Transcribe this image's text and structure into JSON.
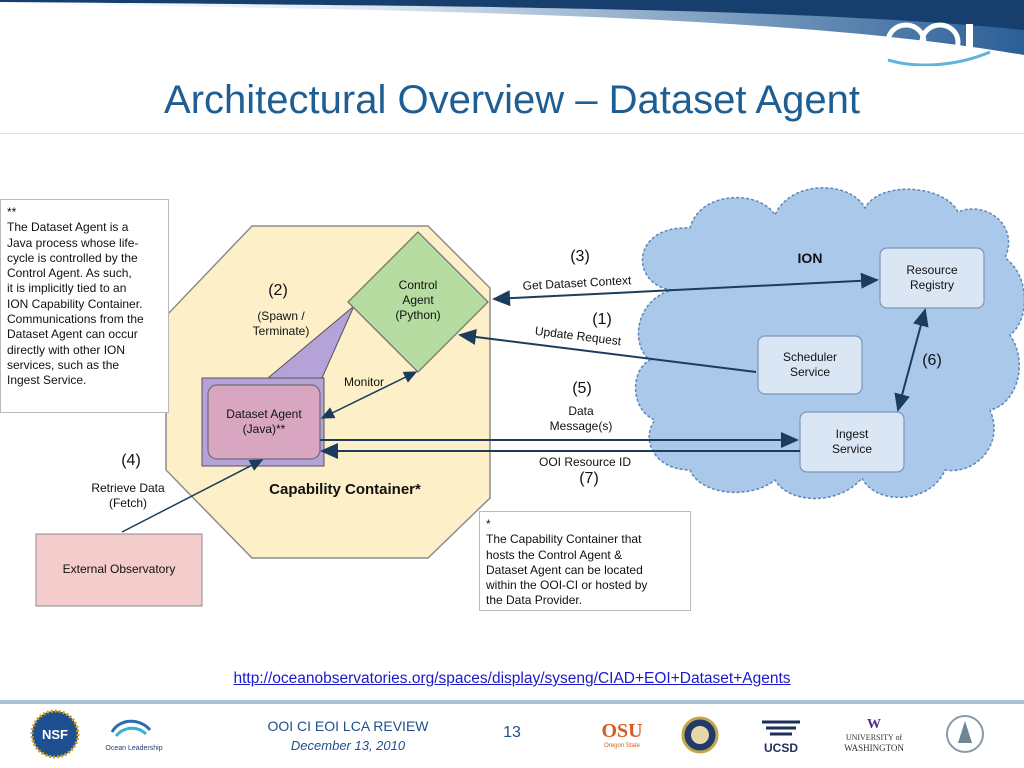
{
  "header": {
    "brand_logo_text": "OOI",
    "title": "Architectural Overview – Dataset Agent"
  },
  "diagram": {
    "container_note": {
      "lines": [
        "**",
        "The Dataset Agent is a",
        "Java process whose life-",
        "cycle is controlled by the",
        "Control Agent.  As such,",
        "it is implicitly tied to an",
        "ION Capability Container.",
        "Communications from the",
        "Dataset Agent can occur",
        "directly with other ION",
        "services, such as the",
        "Ingest Service."
      ]
    },
    "host_note": {
      "lines": [
        "*",
        "The Capability Container that",
        "hosts the Control Agent &",
        "Dataset Agent can be located",
        "within the OOI-CI or hosted by",
        "the Data Provider."
      ]
    },
    "capability_container_label": "Capability Container*",
    "control_agent": [
      "Control",
      "Agent",
      "(Python)"
    ],
    "dataset_agent": [
      "Dataset Agent",
      "(Java)**"
    ],
    "external_observatory": "External Observatory",
    "ion_label": "ION",
    "resource_registry": [
      "Resource",
      "Registry"
    ],
    "scheduler_service": [
      "Scheduler",
      "Service"
    ],
    "ingest_service": [
      "Ingest",
      "Service"
    ],
    "step_labels": {
      "s1": "(1)",
      "s2": "(2)",
      "s3": "(3)",
      "s4": "(4)",
      "s5": "(5)",
      "s6": "(6)",
      "s7": "(7)"
    },
    "spawn_label": [
      "(Spawn /",
      "Terminate)"
    ],
    "monitor_label": "Monitor",
    "get_context_label": "Get Dataset Context",
    "update_request_label": "Update Request",
    "data_messages_label": [
      "Data",
      "Message(s)"
    ],
    "resource_id_label": "OOI Resource ID",
    "retrieve_label": [
      "Retrieve Data",
      "(Fetch)"
    ]
  },
  "link": "http://oceanobservatories.org/spaces/display/syseng/CIAD+EOI+Dataset+Agents",
  "footer": {
    "review": "OOI CI EOI LCA REVIEW",
    "date": "December 13, 2010",
    "page": "13",
    "logos": {
      "nsf": "NSF",
      "ocean_leadership": "Ocean Leadership",
      "osu": "OSU",
      "osu_sub": "Oregon State",
      "ucsd": "UCSD",
      "uw_line1": "UNIVERSITY of",
      "uw_line2": "WASHINGTON"
    }
  },
  "colors": {
    "title": "#1f5e92",
    "container_fill": "#fdf0c8",
    "control_agent_fill": "#b7dca2",
    "dataset_agent_fill": "#d9a6c2",
    "dataset_agent_back": "#b4a2d8",
    "cloud_fill": "#a9c8ea",
    "service_fill": "#dbe6f4",
    "external_fill": "#f5cccc",
    "arrow": "#1c3c5e"
  }
}
